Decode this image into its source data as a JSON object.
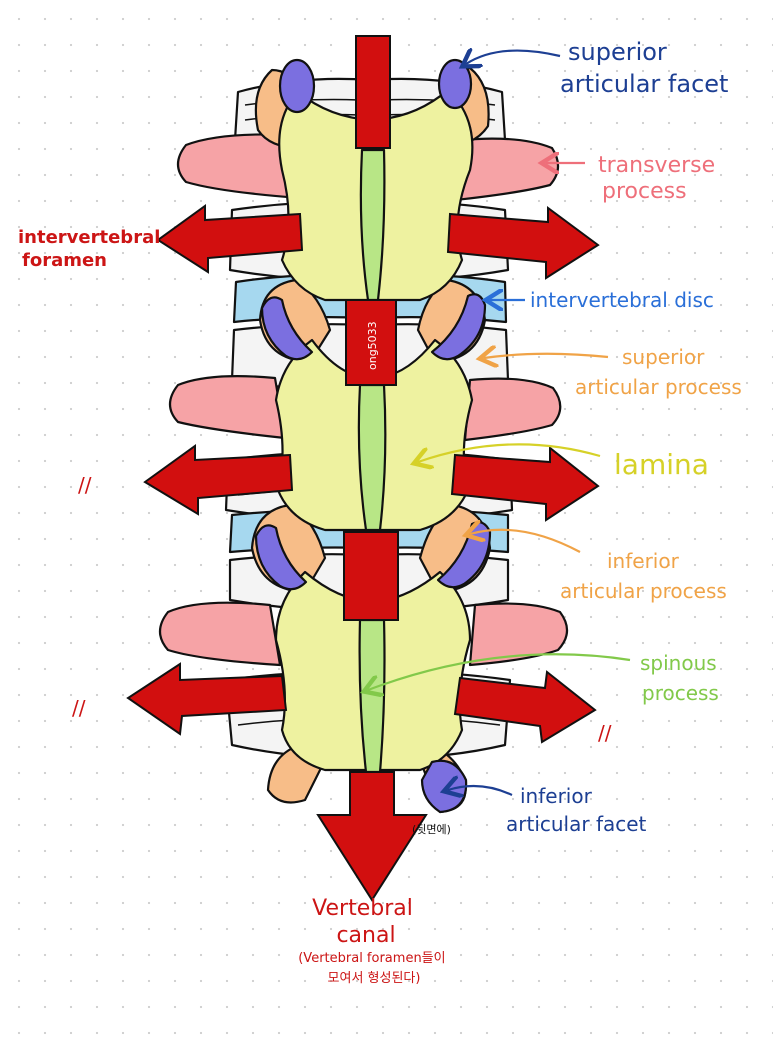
{
  "labels": {
    "superior_articular_facet": [
      "superior",
      "articular facet"
    ],
    "transverse_process": [
      "transverse",
      "process"
    ],
    "intervertebral_foramen": [
      "intervertebral",
      "foramen"
    ],
    "intervertebral_disc": "intervertebral disc",
    "superior_articular_process": [
      "superior",
      "articular process"
    ],
    "lamina": "lamina",
    "inferior_articular_process": [
      "inferior",
      "articular process"
    ],
    "spinous_process": [
      "spinous",
      "process"
    ],
    "inferior_articular_facet": [
      "inferior",
      "articular facet"
    ],
    "back_side_note": "(뒷면에)",
    "vertebral_canal": [
      "Vertebral",
      "canal"
    ],
    "vertebral_canal_note": [
      "(Vertebral foramen들이",
      "모여서 형성된다)"
    ],
    "ditto_marks": [
      "//",
      "//",
      "//"
    ],
    "watermark": "ong5033"
  },
  "colors": {
    "outline": "#111111",
    "arrow_red": "#d20f0f",
    "lamina_yellow": "#eef2a0",
    "articular_orange": "#f7bd88",
    "transverse_pink": "#f6a3a6",
    "facet_purple": "#7b6fe0",
    "disc_blue": "#a6d8ef",
    "body_white": "#f4f4f4",
    "spinous_green": "#b8e686",
    "navy_text": "#1d3f93",
    "pink_text": "#ee6f7a",
    "red_text": "#cc1515",
    "blue_text": "#2a6fd8",
    "orange_text": "#f0a347",
    "yellow_text": "#d6d128",
    "green_text": "#82c94a"
  }
}
